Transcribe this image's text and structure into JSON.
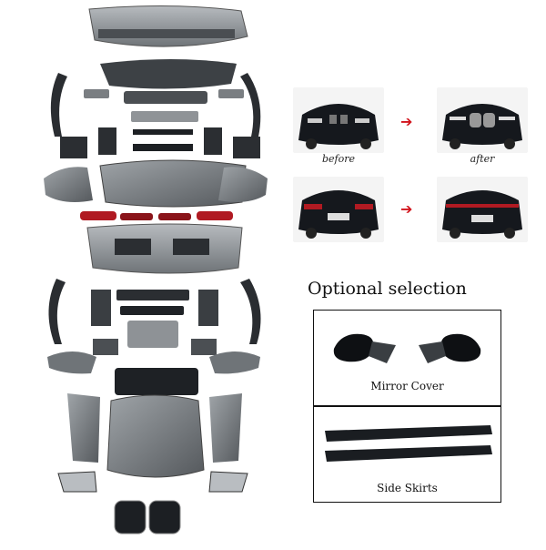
{
  "comparison": {
    "before_label": "before",
    "after_label": "after",
    "arrow_icon": "red-arrow-icon"
  },
  "optional": {
    "heading": "Optional selection",
    "items": [
      {
        "label": "Mirror Cover"
      },
      {
        "label": "Side Skirts"
      }
    ]
  },
  "colors": {
    "arrow": "#d2141c",
    "car_body": "#15181d",
    "primer": "#8e9296",
    "taillight": "#b01a22"
  }
}
